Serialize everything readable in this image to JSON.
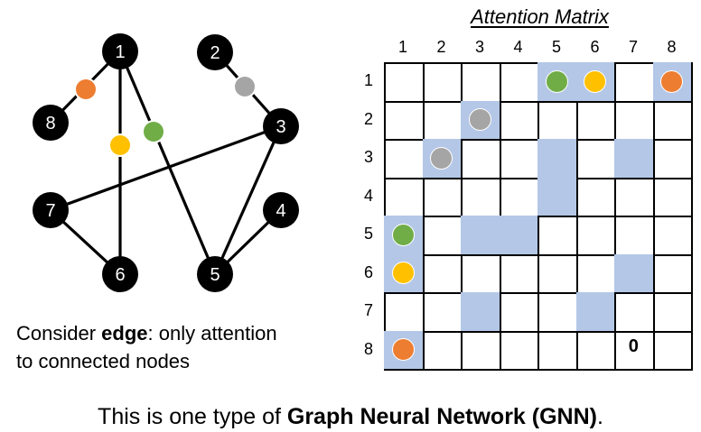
{
  "graph": {
    "nodes": [
      {
        "id": 1,
        "label": "1"
      },
      {
        "id": 2,
        "label": "2"
      },
      {
        "id": 3,
        "label": "3"
      },
      {
        "id": 4,
        "label": "4"
      },
      {
        "id": 5,
        "label": "5"
      },
      {
        "id": 6,
        "label": "6"
      },
      {
        "id": 7,
        "label": "7"
      },
      {
        "id": 8,
        "label": "8"
      }
    ],
    "edges": [
      {
        "from": 1,
        "to": 8,
        "marker": "orange"
      },
      {
        "from": 1,
        "to": 6,
        "marker": "yellow"
      },
      {
        "from": 1,
        "to": 5,
        "marker": "green"
      },
      {
        "from": 2,
        "to": 3,
        "marker": "gray"
      },
      {
        "from": 3,
        "to": 7,
        "marker": null
      },
      {
        "from": 3,
        "to": 5,
        "marker": null
      },
      {
        "from": 4,
        "to": 5,
        "marker": null
      },
      {
        "from": 7,
        "to": 6,
        "marker": null
      }
    ]
  },
  "marker_colors": {
    "orange": "#ed7d31",
    "yellow": "#ffc000",
    "green": "#70ad47",
    "gray": "#a5a5a5"
  },
  "colors": {
    "highlight_cell": "#b4c7e7",
    "node_fill": "#000000",
    "node_text": "#ffffff"
  },
  "matrix": {
    "title": "Attention Matrix",
    "col_labels": [
      "1",
      "2",
      "3",
      "4",
      "5",
      "6",
      "7",
      "8"
    ],
    "row_labels": [
      "1",
      "2",
      "3",
      "4",
      "5",
      "6",
      "7",
      "8"
    ],
    "highlighted": [
      [
        1,
        5
      ],
      [
        1,
        6
      ],
      [
        1,
        8
      ],
      [
        2,
        3
      ],
      [
        3,
        2
      ],
      [
        3,
        5
      ],
      [
        3,
        7
      ],
      [
        4,
        5
      ],
      [
        5,
        1
      ],
      [
        5,
        3
      ],
      [
        5,
        4
      ],
      [
        6,
        1
      ],
      [
        6,
        7
      ],
      [
        7,
        3
      ],
      [
        7,
        6
      ],
      [
        8,
        1
      ]
    ],
    "markers": [
      {
        "row": 1,
        "col": 5,
        "color": "green"
      },
      {
        "row": 1,
        "col": 6,
        "color": "yellow"
      },
      {
        "row": 1,
        "col": 8,
        "color": "orange"
      },
      {
        "row": 2,
        "col": 3,
        "color": "gray"
      },
      {
        "row": 3,
        "col": 2,
        "color": "gray"
      },
      {
        "row": 5,
        "col": 1,
        "color": "green"
      },
      {
        "row": 6,
        "col": 1,
        "color": "yellow"
      },
      {
        "row": 8,
        "col": 1,
        "color": "orange"
      }
    ],
    "zero_cell": {
      "row": 8,
      "col": 7,
      "text": "0"
    }
  },
  "caption": {
    "prefix": "Consider ",
    "bold": "edge",
    "suffix_line1": ": only attention",
    "line2": "to connected nodes"
  },
  "footer": {
    "prefix": "This is one type of ",
    "bold": "Graph Neural Network (GNN)",
    "suffix": "."
  }
}
